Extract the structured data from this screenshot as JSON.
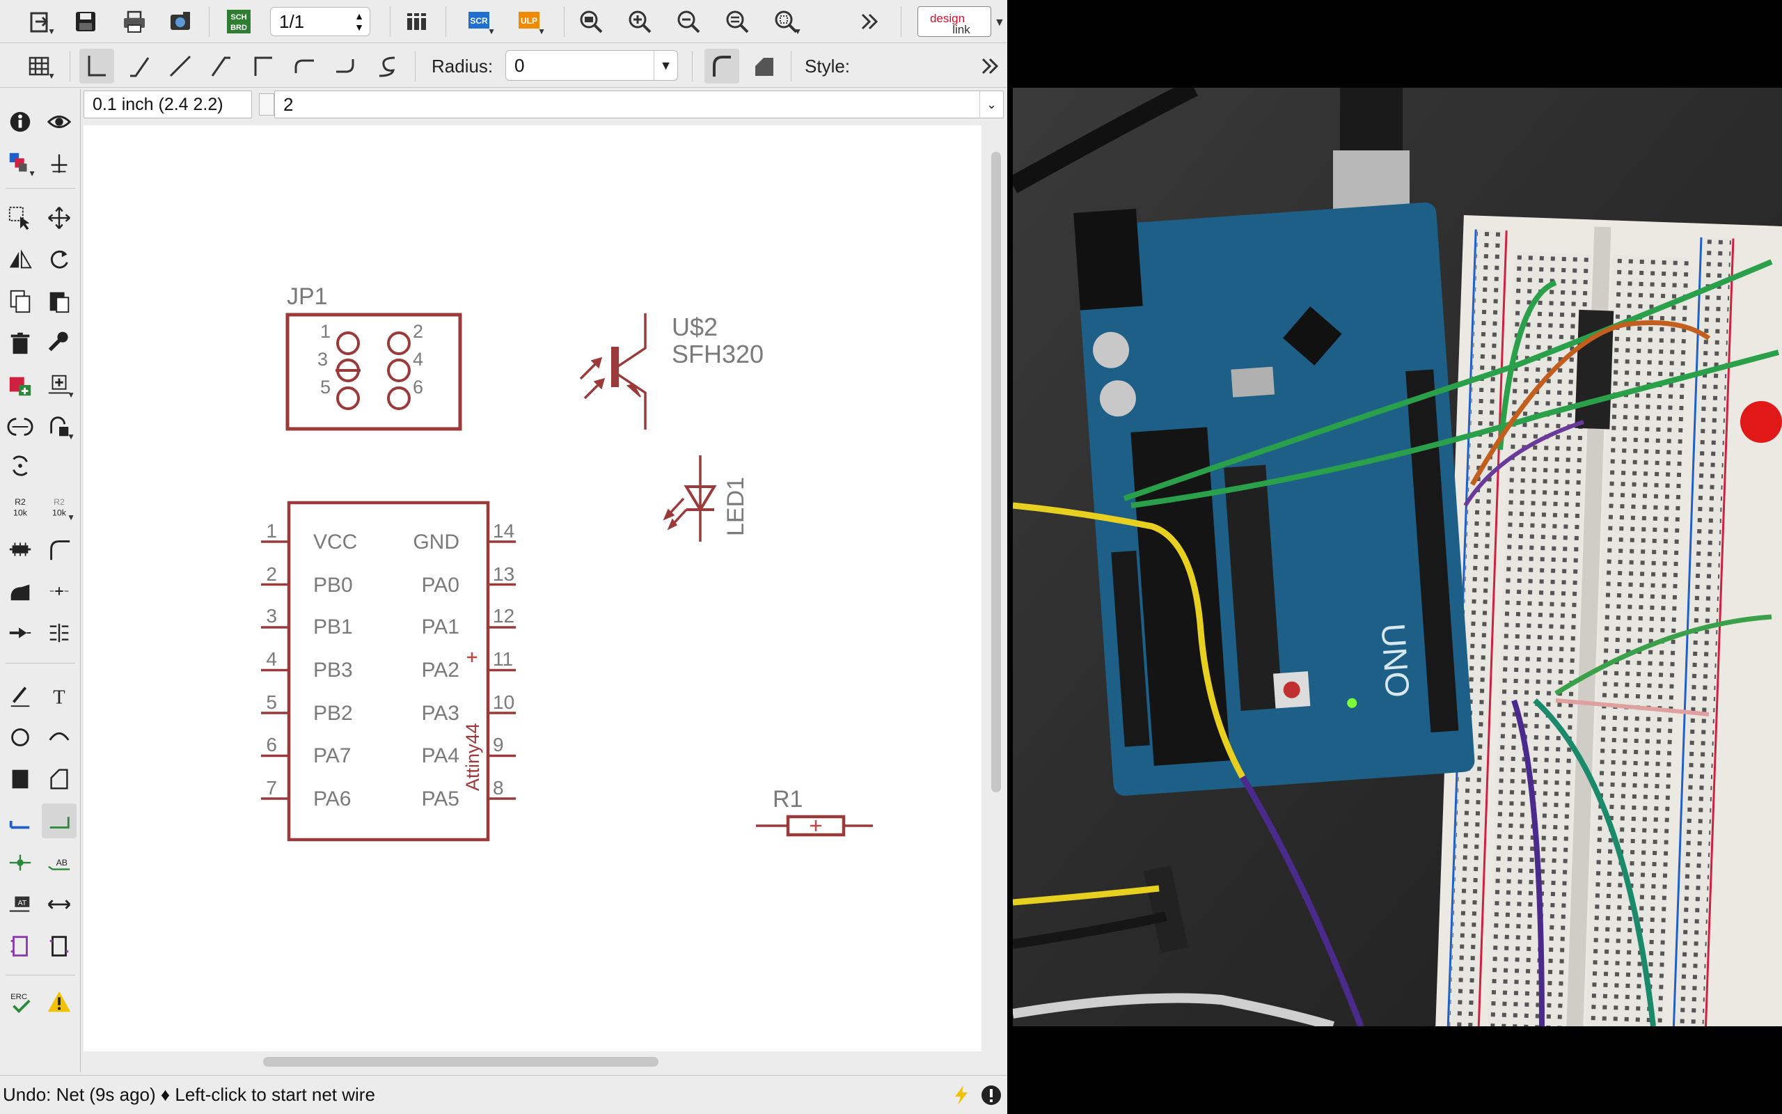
{
  "toolbar": {
    "sheet_selector": "1/1",
    "scr_label": "SCR",
    "ulp_label": "ULP",
    "sch_brd_label_top": "SCH",
    "sch_brd_label_bottom": "BRD",
    "designlink_top": "design",
    "designlink_bottom": "link"
  },
  "wire_toolbar": {
    "radius_label": "Radius:",
    "radius_value": "0",
    "style_label": "Style:"
  },
  "param_bar": {
    "grid_value": "0.1 inch (2.4 2.2)",
    "width_value": "2"
  },
  "left_tools": {
    "r2_label": "R2",
    "r2_value": "10k",
    "erc_label": "ERC",
    "text_tool_glyph": "T",
    "at_label": "AT",
    "ab_label": "AB"
  },
  "schematic": {
    "jp1": {
      "name": "JP1",
      "pins": [
        "1",
        "2",
        "3",
        "4",
        "5",
        "6"
      ]
    },
    "u2": {
      "name": "U$2",
      "value": "SFH320"
    },
    "led1": {
      "name": "LED1"
    },
    "ic": {
      "value": "Attiny44",
      "left_pins": [
        {
          "num": "1",
          "name": "VCC"
        },
        {
          "num": "2",
          "name": "PB0"
        },
        {
          "num": "3",
          "name": "PB1"
        },
        {
          "num": "4",
          "name": "PB3"
        },
        {
          "num": "5",
          "name": "PB2"
        },
        {
          "num": "6",
          "name": "PA7"
        },
        {
          "num": "7",
          "name": "PA6"
        }
      ],
      "right_pins": [
        {
          "num": "14",
          "name": "GND"
        },
        {
          "num": "13",
          "name": "PA0"
        },
        {
          "num": "12",
          "name": "PA1"
        },
        {
          "num": "11",
          "name": "PA2"
        },
        {
          "num": "10",
          "name": "PA3"
        },
        {
          "num": "9",
          "name": "PA4"
        },
        {
          "num": "8",
          "name": "PA5"
        }
      ]
    },
    "r1": {
      "name": "R1"
    }
  },
  "statusbar": {
    "message": "Undo: Net (9s ago) ♦ Left-click to start net wire"
  },
  "colors": {
    "schematic_red": "#9a3a3a",
    "pin_gray": "#7a7a7a",
    "toolbar_bg": "#ececec"
  },
  "photo": {
    "board_text": "UNO"
  }
}
